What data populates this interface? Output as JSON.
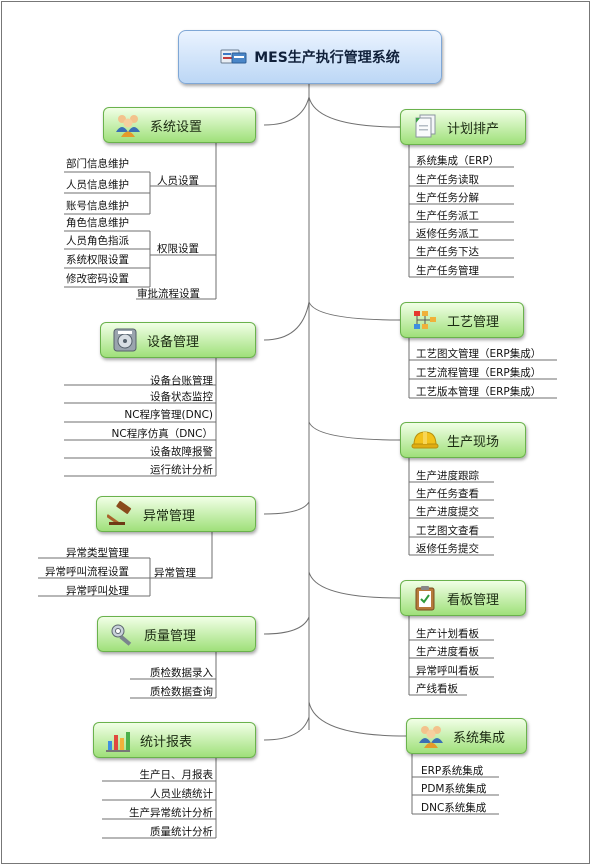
{
  "root": {
    "title": "MES生产执行管理系统",
    "icon": "system-card-icon"
  },
  "branches": {
    "sys_settings": {
      "label": "系统设置",
      "icon": "people-group-icon",
      "group_person": "人员设置",
      "person_items": [
        "部门信息维护",
        "人员信息维护",
        "账号信息维护"
      ],
      "group_perm": "权限设置",
      "perm_items": [
        "角色信息维护",
        "人员角色指派",
        "系统权限设置",
        "修改密码设置"
      ],
      "approval": "审批流程设置"
    },
    "equipment": {
      "label": "设备管理",
      "icon": "disk-device-icon",
      "items": [
        "设备台账管理",
        "设备状态监控",
        "NC程序管理(DNC)",
        "NC程序仿真（DNC）",
        "设备故障报警",
        "运行统计分析"
      ]
    },
    "exception": {
      "label": "异常管理",
      "icon": "gavel-icon",
      "group": "异常管理",
      "items": [
        "异常类型管理",
        "异常呼叫流程设置",
        "异常呼叫处理"
      ]
    },
    "quality": {
      "label": "质量管理",
      "icon": "caliper-icon",
      "items": [
        "质检数据录入",
        "质检数据查询"
      ]
    },
    "report": {
      "label": "统计报表",
      "icon": "bar-chart-icon",
      "items": [
        "生产日、月报表",
        "人员业绩统计",
        "生产异常统计分析",
        "质量统计分析"
      ]
    },
    "planning": {
      "label": "计划排产",
      "icon": "documents-icon",
      "items": [
        "系统集成（ERP）",
        "生产任务读取",
        "生产任务分解",
        "生产任务派工",
        "返修任务派工",
        "生产任务下达",
        "生产任务管理"
      ]
    },
    "process": {
      "label": "工艺管理",
      "icon": "flowchart-icon",
      "items": [
        "工艺图文管理（ERP集成）",
        "工艺流程管理（ERP集成）",
        "工艺版本管理（ERP集成）"
      ]
    },
    "site": {
      "label": "生产现场",
      "icon": "helmet-icon",
      "items": [
        "生产进度跟踪",
        "生产任务查看",
        "生产进度提交",
        "工艺图文查看",
        "返修任务提交"
      ]
    },
    "kanban": {
      "label": "看板管理",
      "icon": "clipboard-check-icon",
      "items": [
        "生产计划看板",
        "生产进度看板",
        "异常呼叫看板",
        "产线看板"
      ]
    },
    "integration": {
      "label": "系统集成",
      "icon": "people-group-icon",
      "items": [
        "ERP系统集成",
        "PDM系统集成",
        "DNC系统集成"
      ]
    }
  }
}
